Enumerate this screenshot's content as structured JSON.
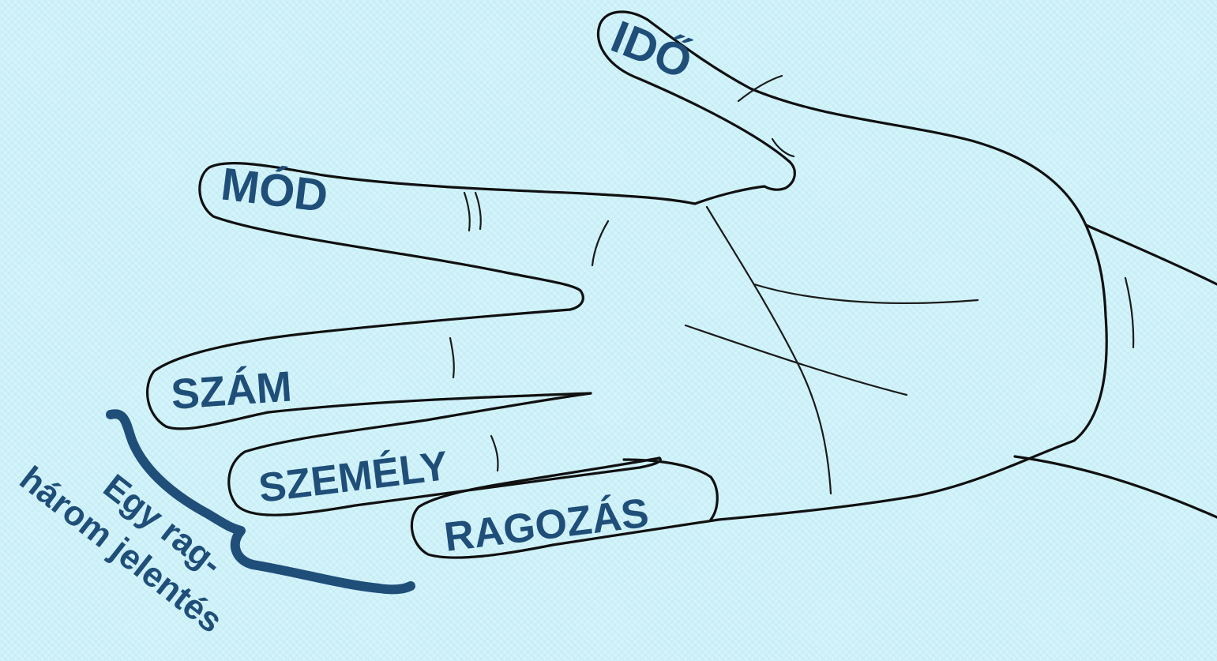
{
  "colors": {
    "background": "#d4f4fb",
    "label": "#1f4e79",
    "outline": "#101010"
  },
  "fingers": {
    "ido": "IDŐ",
    "mod": "MÓD",
    "szam": "SZÁM",
    "szemely": "SZEMÉLY",
    "ragozas": "RAGOZÁS"
  },
  "brace_caption": {
    "line1": "Egy rag-",
    "line2": "három jelentés"
  }
}
